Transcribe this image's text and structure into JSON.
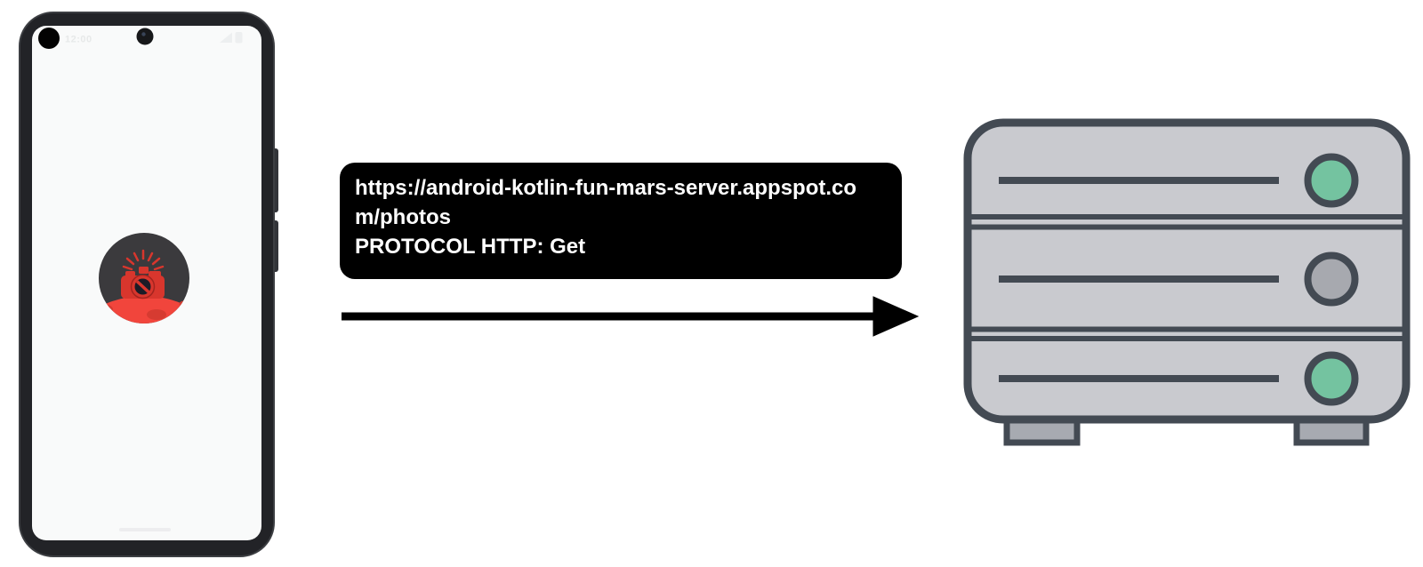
{
  "phone": {
    "status_bar": {
      "time": "12:00"
    },
    "app_icon": "mars-photos-camera-icon"
  },
  "request": {
    "url": "https://android-kotlin-fun-mars-server.appspot.com/photos",
    "protocol_line": "PROTOCOL HTTP: Get"
  },
  "icons": {
    "phone_app": "mars-photos-camera-icon",
    "server": "server-rack-icon",
    "arrow": "arrow-right-icon",
    "signal": "signal-icon",
    "battery": "battery-icon",
    "camera_hole": "punch-hole-camera-icon"
  },
  "colors": {
    "box_bg": "#000000",
    "box_text": "#ffffff",
    "arrow": "#000000",
    "phone_frame": "#222327",
    "phone_screen": "#f9fafa",
    "icon_dark": "#3b3a3d",
    "mars_red": "#f1453c",
    "camera_red": "#d8362d",
    "crater_red": "#d63b31",
    "server_body": "#c9cacf",
    "server_outline": "#434a53",
    "server_green": "#74c3a0",
    "server_gray_circle": "#a7a9af",
    "server_foot": "#a7aab1"
  }
}
